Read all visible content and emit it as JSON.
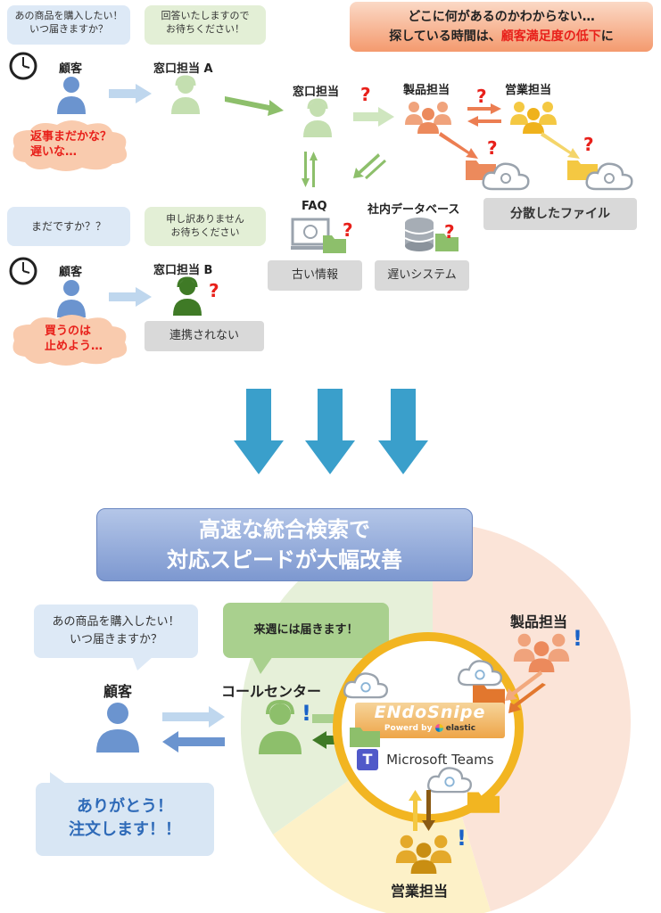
{
  "top": {
    "banner": {
      "line1": "どこに何があるのかわからない…",
      "line2_pre": "探している時間は、",
      "line2_red": "顧客満足度の低下",
      "line2_post": "に"
    },
    "scenarioA": {
      "customer_bubble": "あの商品を購入したい！\nいつ届きますか？",
      "customer_label": "顧客",
      "agent_bubble": "回答いたしますので\nお待ちください！",
      "agent_label": "窓口担当 A",
      "customer_cloud": "返事まだかな？\n遅いな…"
    },
    "center": {
      "agent_label": "窓口担当",
      "product_label": "製品担当",
      "sales_label": "営業担当",
      "faq_label": "FAQ",
      "db_label": "社内データベース",
      "faq_box": "古い情報",
      "db_box": "遅いシステム",
      "files_box": "分散したファイル"
    },
    "scenarioB": {
      "customer_bubble": "まだですか？？",
      "customer_label": "顧客",
      "agent_bubble": "申し訳ありません\nお待ちください",
      "agent_label": "窓口担当 B",
      "agent_box": "連携されない",
      "customer_cloud": "買うのは\n止めよう…"
    },
    "question_mark": "?"
  },
  "bottom": {
    "banner_line1": "高速な統合検索で",
    "banner_line2": "対応スピードが大幅改善",
    "customer_bubble": "あの商品を購入したい！\nいつ届きますか？",
    "customer_label": "顧客",
    "callcenter_label": "コールセンター",
    "callcenter_bubble": "来週には届きます！",
    "product_label": "製品担当",
    "sales_label": "営業担当",
    "reply_box": "ありがとう！\n注文します！！",
    "endosnipe_logo": "ENdoSnipe",
    "endosnipe_sub": "Powerd by",
    "elastic_text": "elastic",
    "teams_text": "Microsoft Teams",
    "exclaim": "!"
  },
  "colors": {
    "blue_person": "#6b94cf",
    "green_person": "#8dbf6b",
    "dark_green_person": "#3f7a26",
    "orange_person": "#f0a37c",
    "yellow_person": "#f4c842",
    "red": "#e8201a",
    "down_arrow": "#3a9fcb",
    "ring": "#f2b521"
  }
}
